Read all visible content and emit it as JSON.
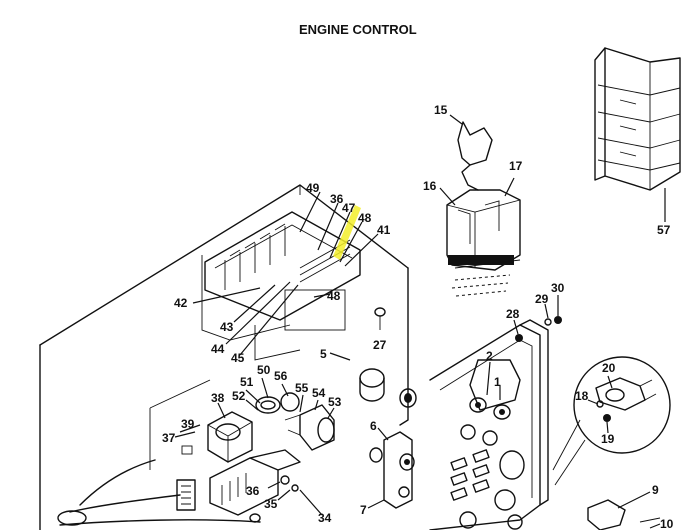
{
  "title": "ENGINE CONTROL",
  "colors": {
    "highlight": "#f3ef2a",
    "ink": "#111111"
  },
  "callouts": [
    {
      "id": "c15",
      "text": "15"
    },
    {
      "id": "c16",
      "text": "16"
    },
    {
      "id": "c17",
      "text": "17"
    },
    {
      "id": "c57",
      "text": "57"
    },
    {
      "id": "c49",
      "text": "49"
    },
    {
      "id": "c36",
      "text": "36"
    },
    {
      "id": "c47",
      "text": "47"
    },
    {
      "id": "c48a",
      "text": "48"
    },
    {
      "id": "c41",
      "text": "41"
    },
    {
      "id": "c42",
      "text": "42"
    },
    {
      "id": "c48b",
      "text": "48"
    },
    {
      "id": "c43",
      "text": "43"
    },
    {
      "id": "c44",
      "text": "44"
    },
    {
      "id": "c45",
      "text": "45"
    },
    {
      "id": "c27",
      "text": "27"
    },
    {
      "id": "c28",
      "text": "28"
    },
    {
      "id": "c29",
      "text": "29"
    },
    {
      "id": "c30",
      "text": "30"
    },
    {
      "id": "c5",
      "text": "5"
    },
    {
      "id": "c2",
      "text": "2"
    },
    {
      "id": "c1",
      "text": "1"
    },
    {
      "id": "c20",
      "text": "20"
    },
    {
      "id": "c18",
      "text": "18"
    },
    {
      "id": "c19",
      "text": "19"
    },
    {
      "id": "c51",
      "text": "51"
    },
    {
      "id": "c50",
      "text": "50"
    },
    {
      "id": "c56",
      "text": "56"
    },
    {
      "id": "c38",
      "text": "38"
    },
    {
      "id": "c52",
      "text": "52"
    },
    {
      "id": "c55",
      "text": "55"
    },
    {
      "id": "c54",
      "text": "54"
    },
    {
      "id": "c53",
      "text": "53"
    },
    {
      "id": "c37",
      "text": "37"
    },
    {
      "id": "c39",
      "text": "39"
    },
    {
      "id": "c6",
      "text": "6"
    },
    {
      "id": "c36b",
      "text": "36"
    },
    {
      "id": "c35",
      "text": "35"
    },
    {
      "id": "c34",
      "text": "34"
    },
    {
      "id": "c7",
      "text": "7"
    },
    {
      "id": "c9",
      "text": "9"
    },
    {
      "id": "c10",
      "text": "10"
    }
  ]
}
